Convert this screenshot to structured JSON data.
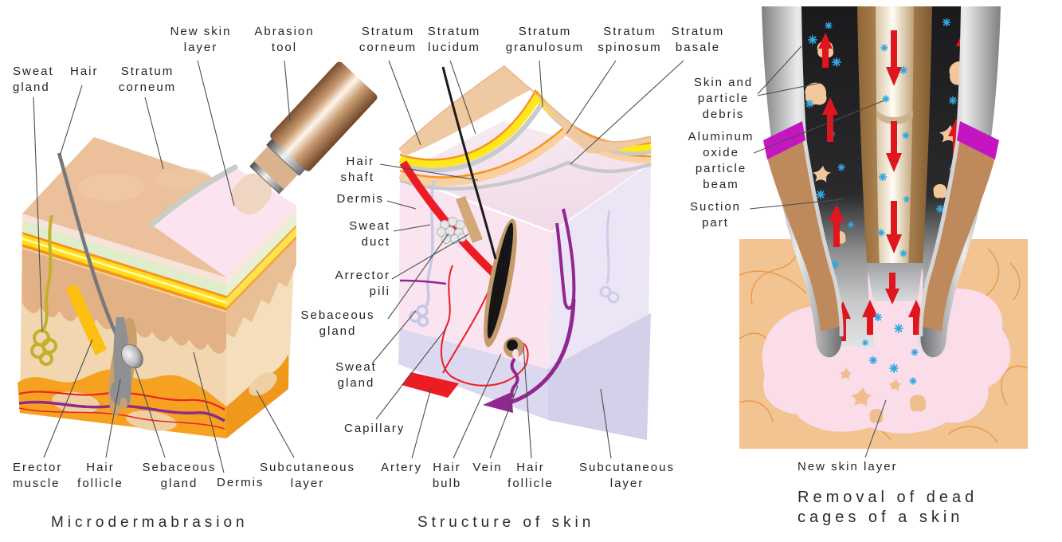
{
  "figure": {
    "type": "medical illustration, three panels",
    "colors": {
      "epidermis_tan": "#EBC09A",
      "dermis_tan": "#F1D6AF",
      "subcutaneous_orange": "#F6A11F",
      "new_skin_pink": "#FBE3EF",
      "stratum_yellow": "#FFE41A",
      "layer_orange": "#F7941D",
      "artery_red": "#ED1C24",
      "vein_purple": "#92278F",
      "particle_blue": "#2FA8E1",
      "band_magenta": "#C315C0",
      "label_text": "#272220"
    }
  },
  "panels": {
    "left": {
      "title": "Microdermabrasion",
      "labels": {
        "sweat_gland": "Sweat\ngland",
        "hair": "Hair",
        "stratum_corneum": "Stratum\ncorneum",
        "new_skin_layer": "New skin\nlayer",
        "abrasion_tool": "Abrasion\ntool",
        "erector_muscle": "Erector\nmuscle",
        "hair_follicle": "Hair\nfollicle",
        "sebaceous_gland": "Sebaceous\ngland",
        "dermis": "Dermis",
        "subcutaneous_layer": "Subcutaneous\nlayer"
      }
    },
    "middle": {
      "title": "Structure of skin",
      "labels": {
        "stratum_corneum": "Stratum\ncorneum",
        "stratum_lucidum": "Stratum\nlucidum",
        "stratum_granulosum": "Stratum\ngranulosum",
        "stratum_spinosum": "Stratum\nspinosum",
        "stratum_basale": "Stratum\nbasale",
        "hair_shaft": "Hair\nshaft",
        "dermis": "Dermis",
        "sweat_duct": "Sweat\nduct",
        "arrector_pili": "Arrector\npili",
        "sebaceous_gland": "Sebaceous\ngland",
        "sweat_gland": "Sweat\ngland",
        "capillary": "Capillary",
        "artery": "Artery",
        "hair_bulb": "Hair\nbulb",
        "vein": "Vein",
        "hair_follicle": "Hair\nfollicle",
        "subcutaneous_layer": "Subcutaneous\nlayer"
      }
    },
    "right": {
      "title": "Removal of dead\ncages of a skin",
      "labels": {
        "skin_and_particle_debris": "Skin and\nparticle\ndebris",
        "aluminum_oxide_particle_beam": "Aluminum\noxide\nparticle\nbeam",
        "suction_part": "Suction\npart",
        "new_skin_layer": "New skin layer"
      }
    }
  }
}
